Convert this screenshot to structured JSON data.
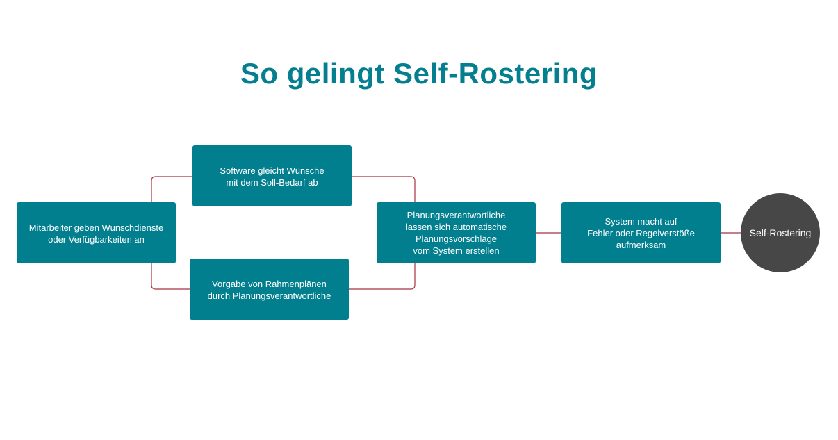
{
  "title": "So gelingt Self-Rostering",
  "steps": [
    {
      "lines": [
        "Mitarbeiter geben Wunschdienste",
        "oder Verfügbarkeiten an"
      ]
    },
    {
      "lines": [
        "Software gleicht Wünsche",
        "mit dem Soll-Bedarf ab"
      ]
    },
    {
      "lines": [
        "Vorgabe von Rahmenplänen",
        "durch Planungsverantwortliche"
      ]
    },
    {
      "lines": [
        "Planungsverantwortliche",
        "lassen sich automatische",
        "Planungsvorschläge",
        "vom System erstellen"
      ]
    },
    {
      "lines": [
        "System macht auf",
        "Fehler oder Regelverstöße",
        "aufmerksam"
      ]
    }
  ],
  "goal": "Self-Rostering",
  "colors": {
    "box": "#017f8f",
    "title": "#037f8f",
    "connector": "#a8313d",
    "goal": "#474747"
  }
}
